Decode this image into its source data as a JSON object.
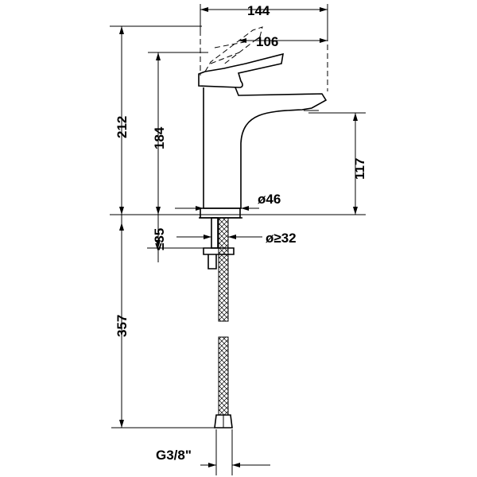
{
  "dimensions": {
    "width_total": "144",
    "spout_reach": "106",
    "height_total": "212",
    "height_body": "184",
    "spout_height": "117",
    "body_diameter": "ø46",
    "deck_thickness": "≤35",
    "hole_diameter": "ø≥32",
    "hose_length": "357",
    "thread": "G3/8\""
  }
}
